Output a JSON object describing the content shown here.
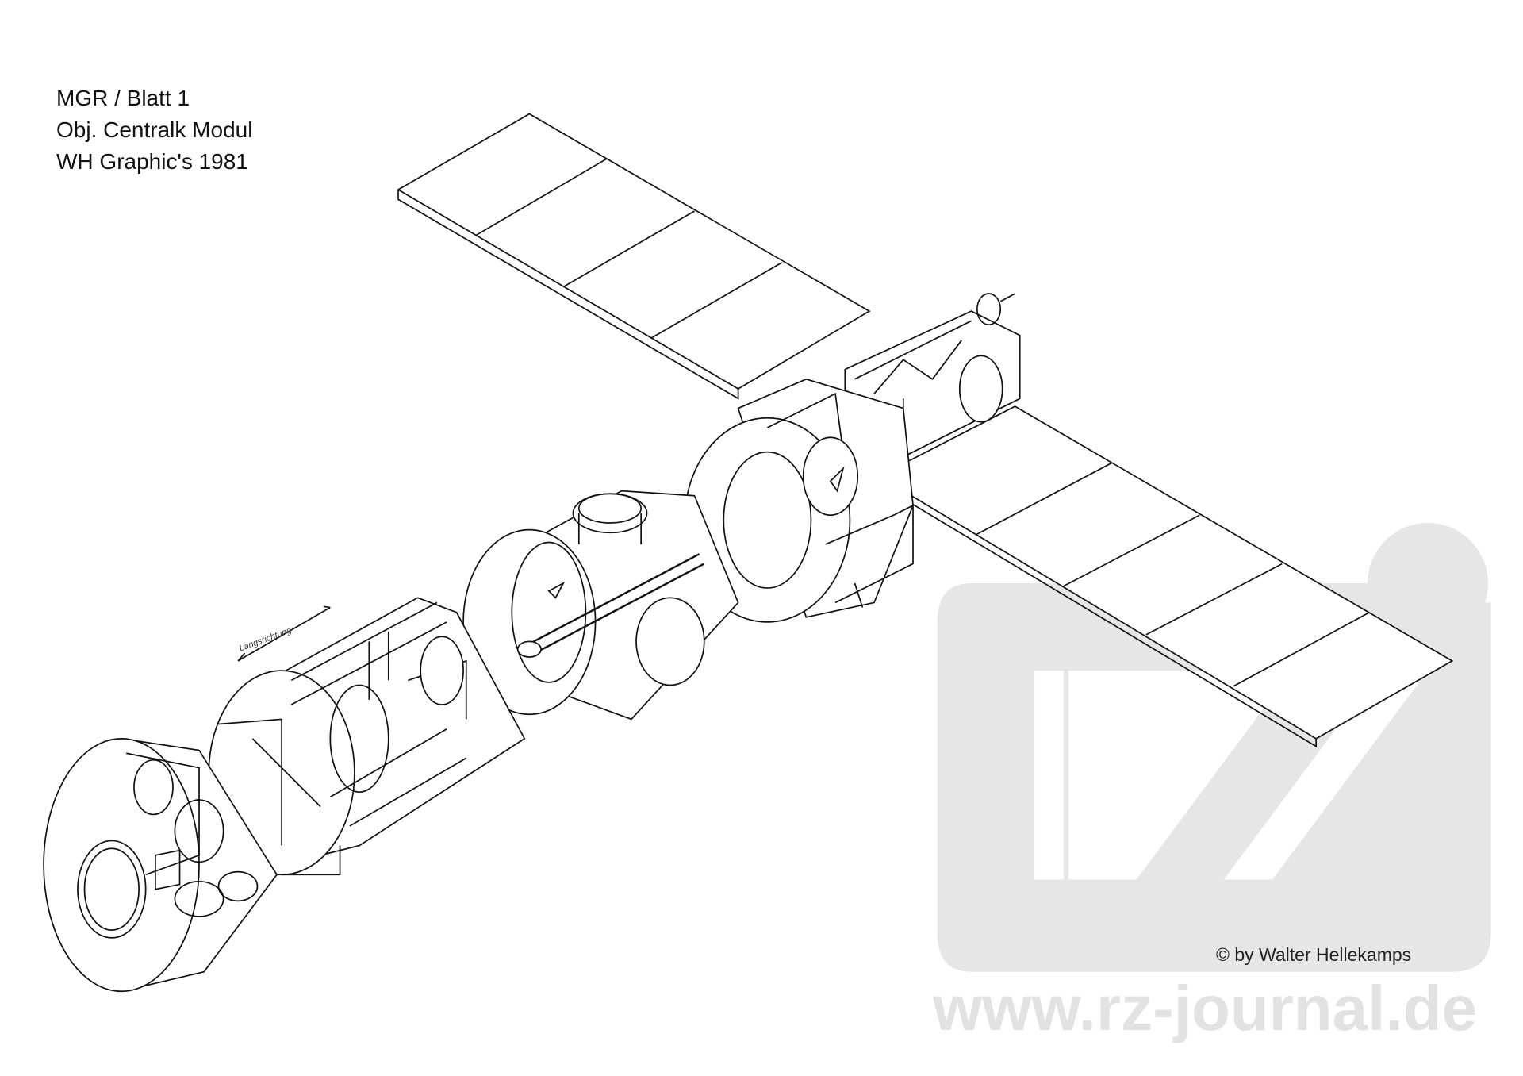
{
  "caption": {
    "line1": "MGR / Blatt 1",
    "line2": "Obj. Centralk Modul",
    "line3": "WH Graphic's 1981"
  },
  "annotation": "Langsrichtung",
  "copyright": "© by Walter Hellekamps",
  "watermark": {
    "url": "www.rz-journal.de",
    "logo_text": "rz",
    "color": "#e2e2e2"
  },
  "colors": {
    "ink": "#111111",
    "background": "#ffffff"
  }
}
